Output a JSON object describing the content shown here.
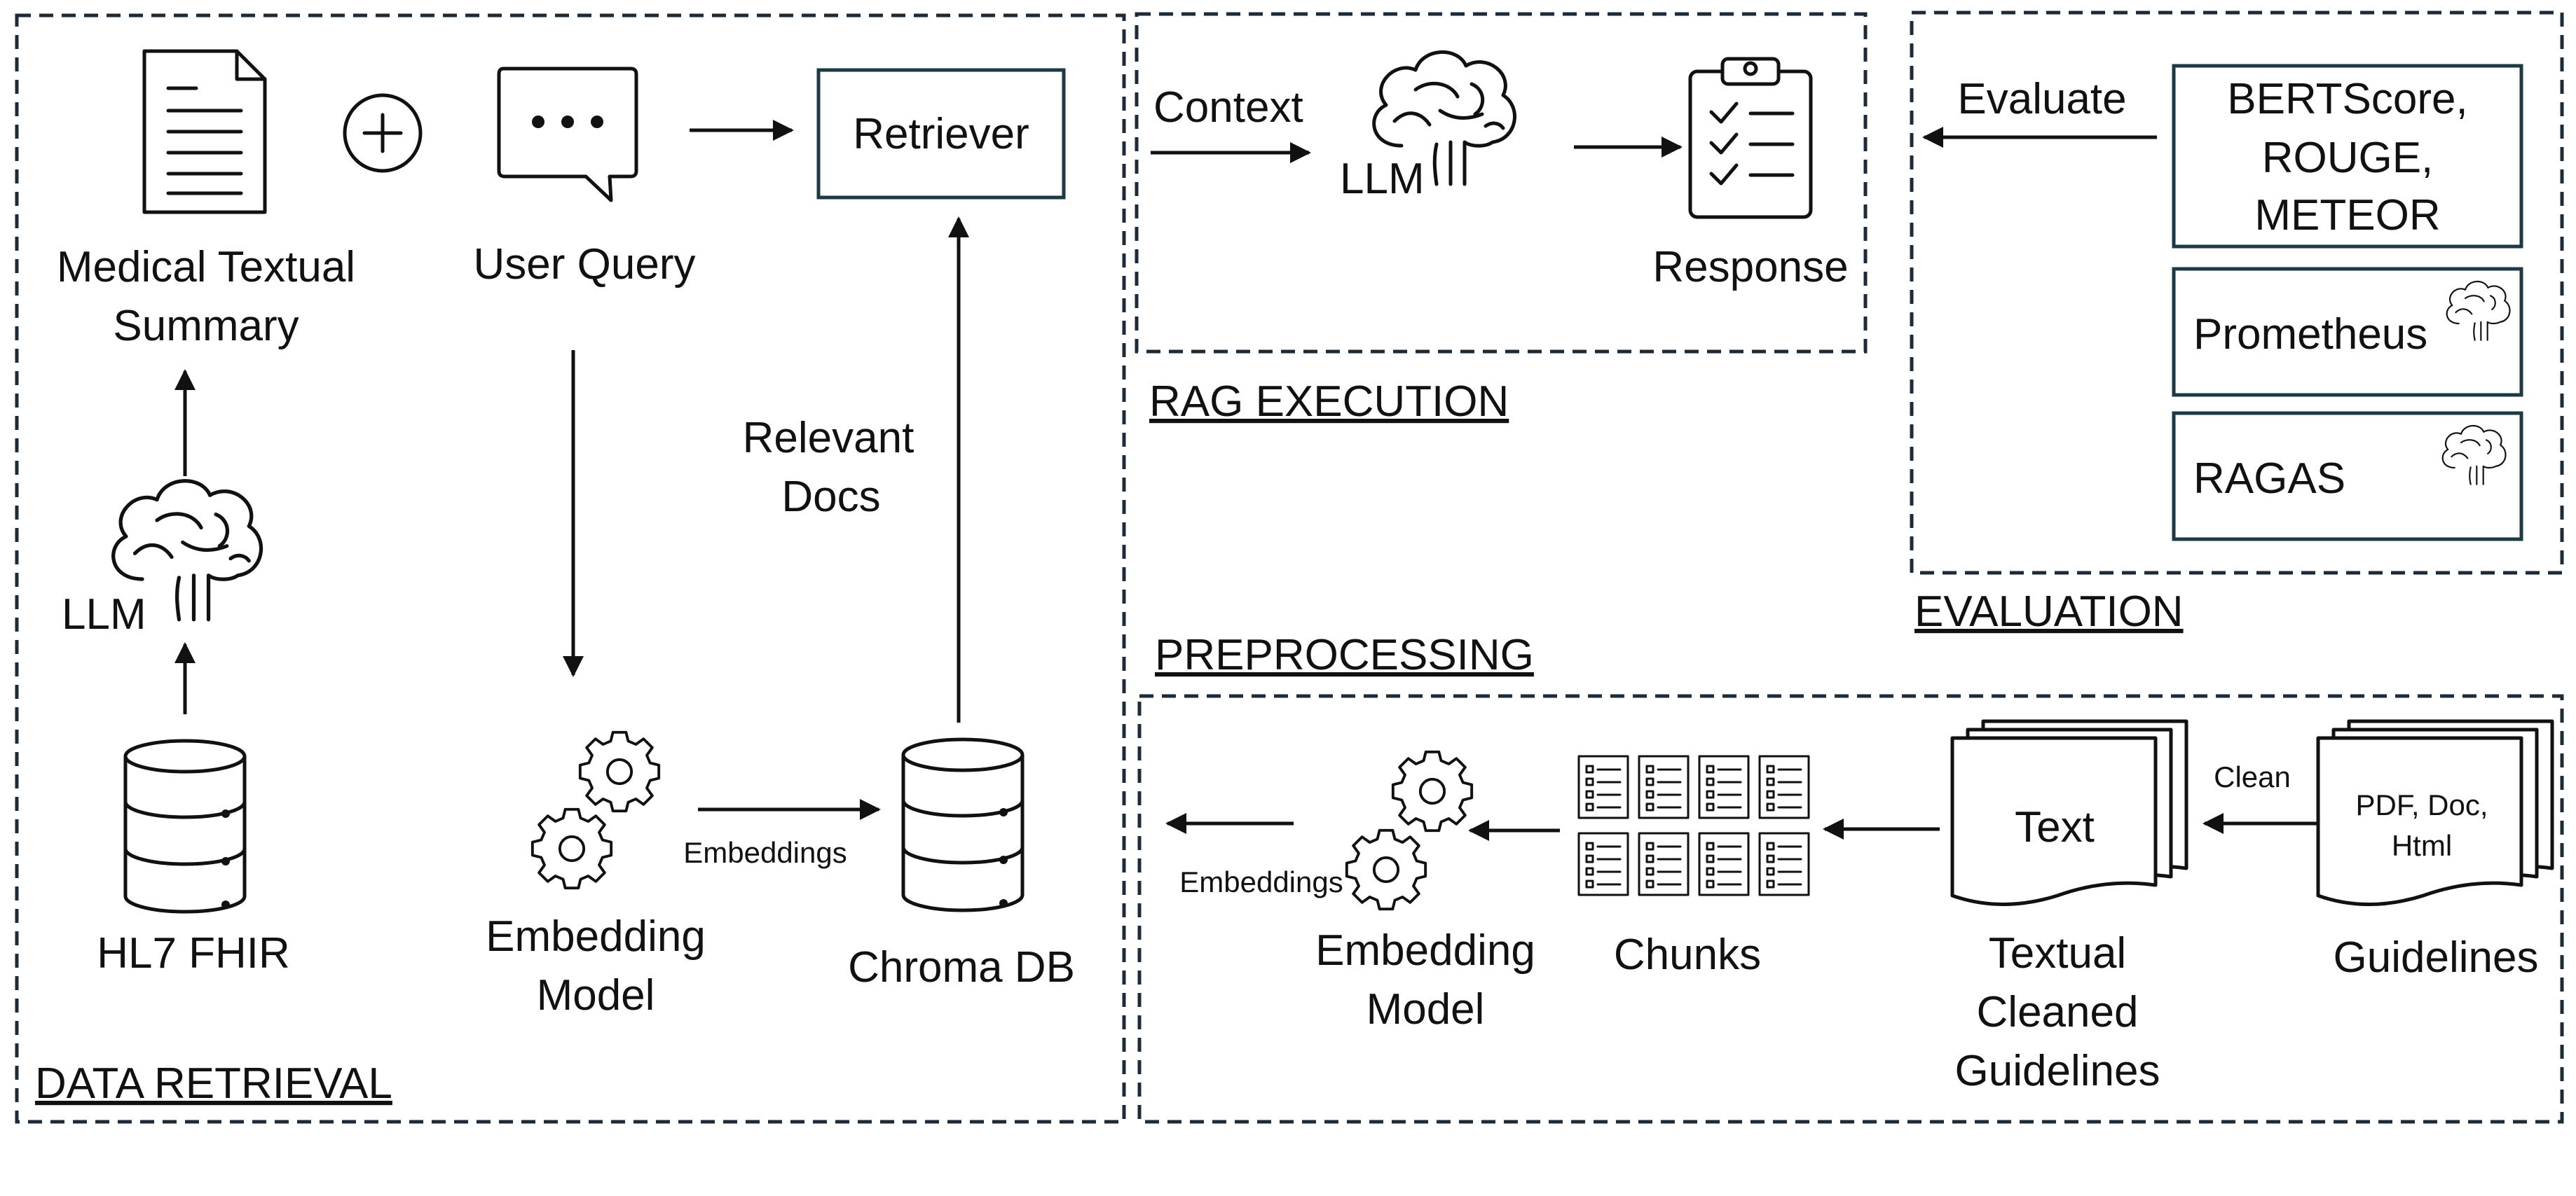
{
  "sections": {
    "data_retrieval": "DATA RETRIEVAL",
    "rag_execution": "RAG EXECUTION",
    "evaluation": "EVALUATION",
    "preprocessing": "PREPROCESSING"
  },
  "data_retrieval": {
    "summary_line1": "Medical Textual",
    "summary_line2": "Summary",
    "user_query": "User Query",
    "retriever": "Retriever",
    "llm": "LLM",
    "relevant_docs_line1": "Relevant",
    "relevant_docs_line2": "Docs",
    "hl7": "HL7 FHIR",
    "embedding_line1": "Embedding",
    "embedding_line2": "Model",
    "embeddings": "Embeddings",
    "chroma": "Chroma DB"
  },
  "rag_execution": {
    "context": "Context",
    "llm": "LLM",
    "response": "Response"
  },
  "evaluation": {
    "evaluate": "Evaluate",
    "metrics_line1": "BERTScore,",
    "metrics_line2": "ROUGE,",
    "metrics_line3": "METEOR",
    "prometheus": "Prometheus",
    "ragas": "RAGAS"
  },
  "preprocessing": {
    "embeddings": "Embeddings",
    "embedding_line1": "Embedding",
    "embedding_line2": "Model",
    "chunks": "Chunks",
    "text": "Text",
    "cleaned_line1": "Textual",
    "cleaned_line2": "Cleaned",
    "cleaned_line3": "Guidelines",
    "clean": "Clean",
    "formats_line1": "PDF, Doc,",
    "formats_line2": "Html",
    "guidelines": "Guidelines"
  },
  "icons": [
    "document-icon",
    "plus-icon",
    "chat-bubble-icon",
    "brain-icon",
    "database-icon",
    "gears-icon",
    "clipboard-icon",
    "chunks-icon",
    "stacked-pages-icon"
  ]
}
